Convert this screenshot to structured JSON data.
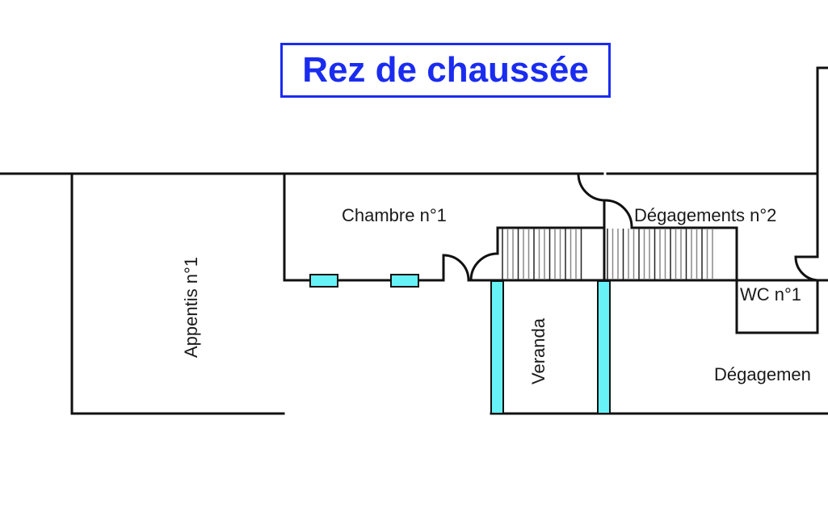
{
  "title": "Rez de chaussée",
  "colors": {
    "title": "#1a2cf0",
    "wall": "#111111",
    "window_glass": "#66f2f7",
    "stair_hatch": "#888888",
    "background": "#ffffff"
  },
  "rooms": {
    "appentis": "Appentis n°1",
    "chambre": "Chambre n°1",
    "veranda": "Veranda",
    "degagements2": "Dégagements n°2",
    "wc": "WC n°1",
    "degagement": "Dégagemen"
  }
}
